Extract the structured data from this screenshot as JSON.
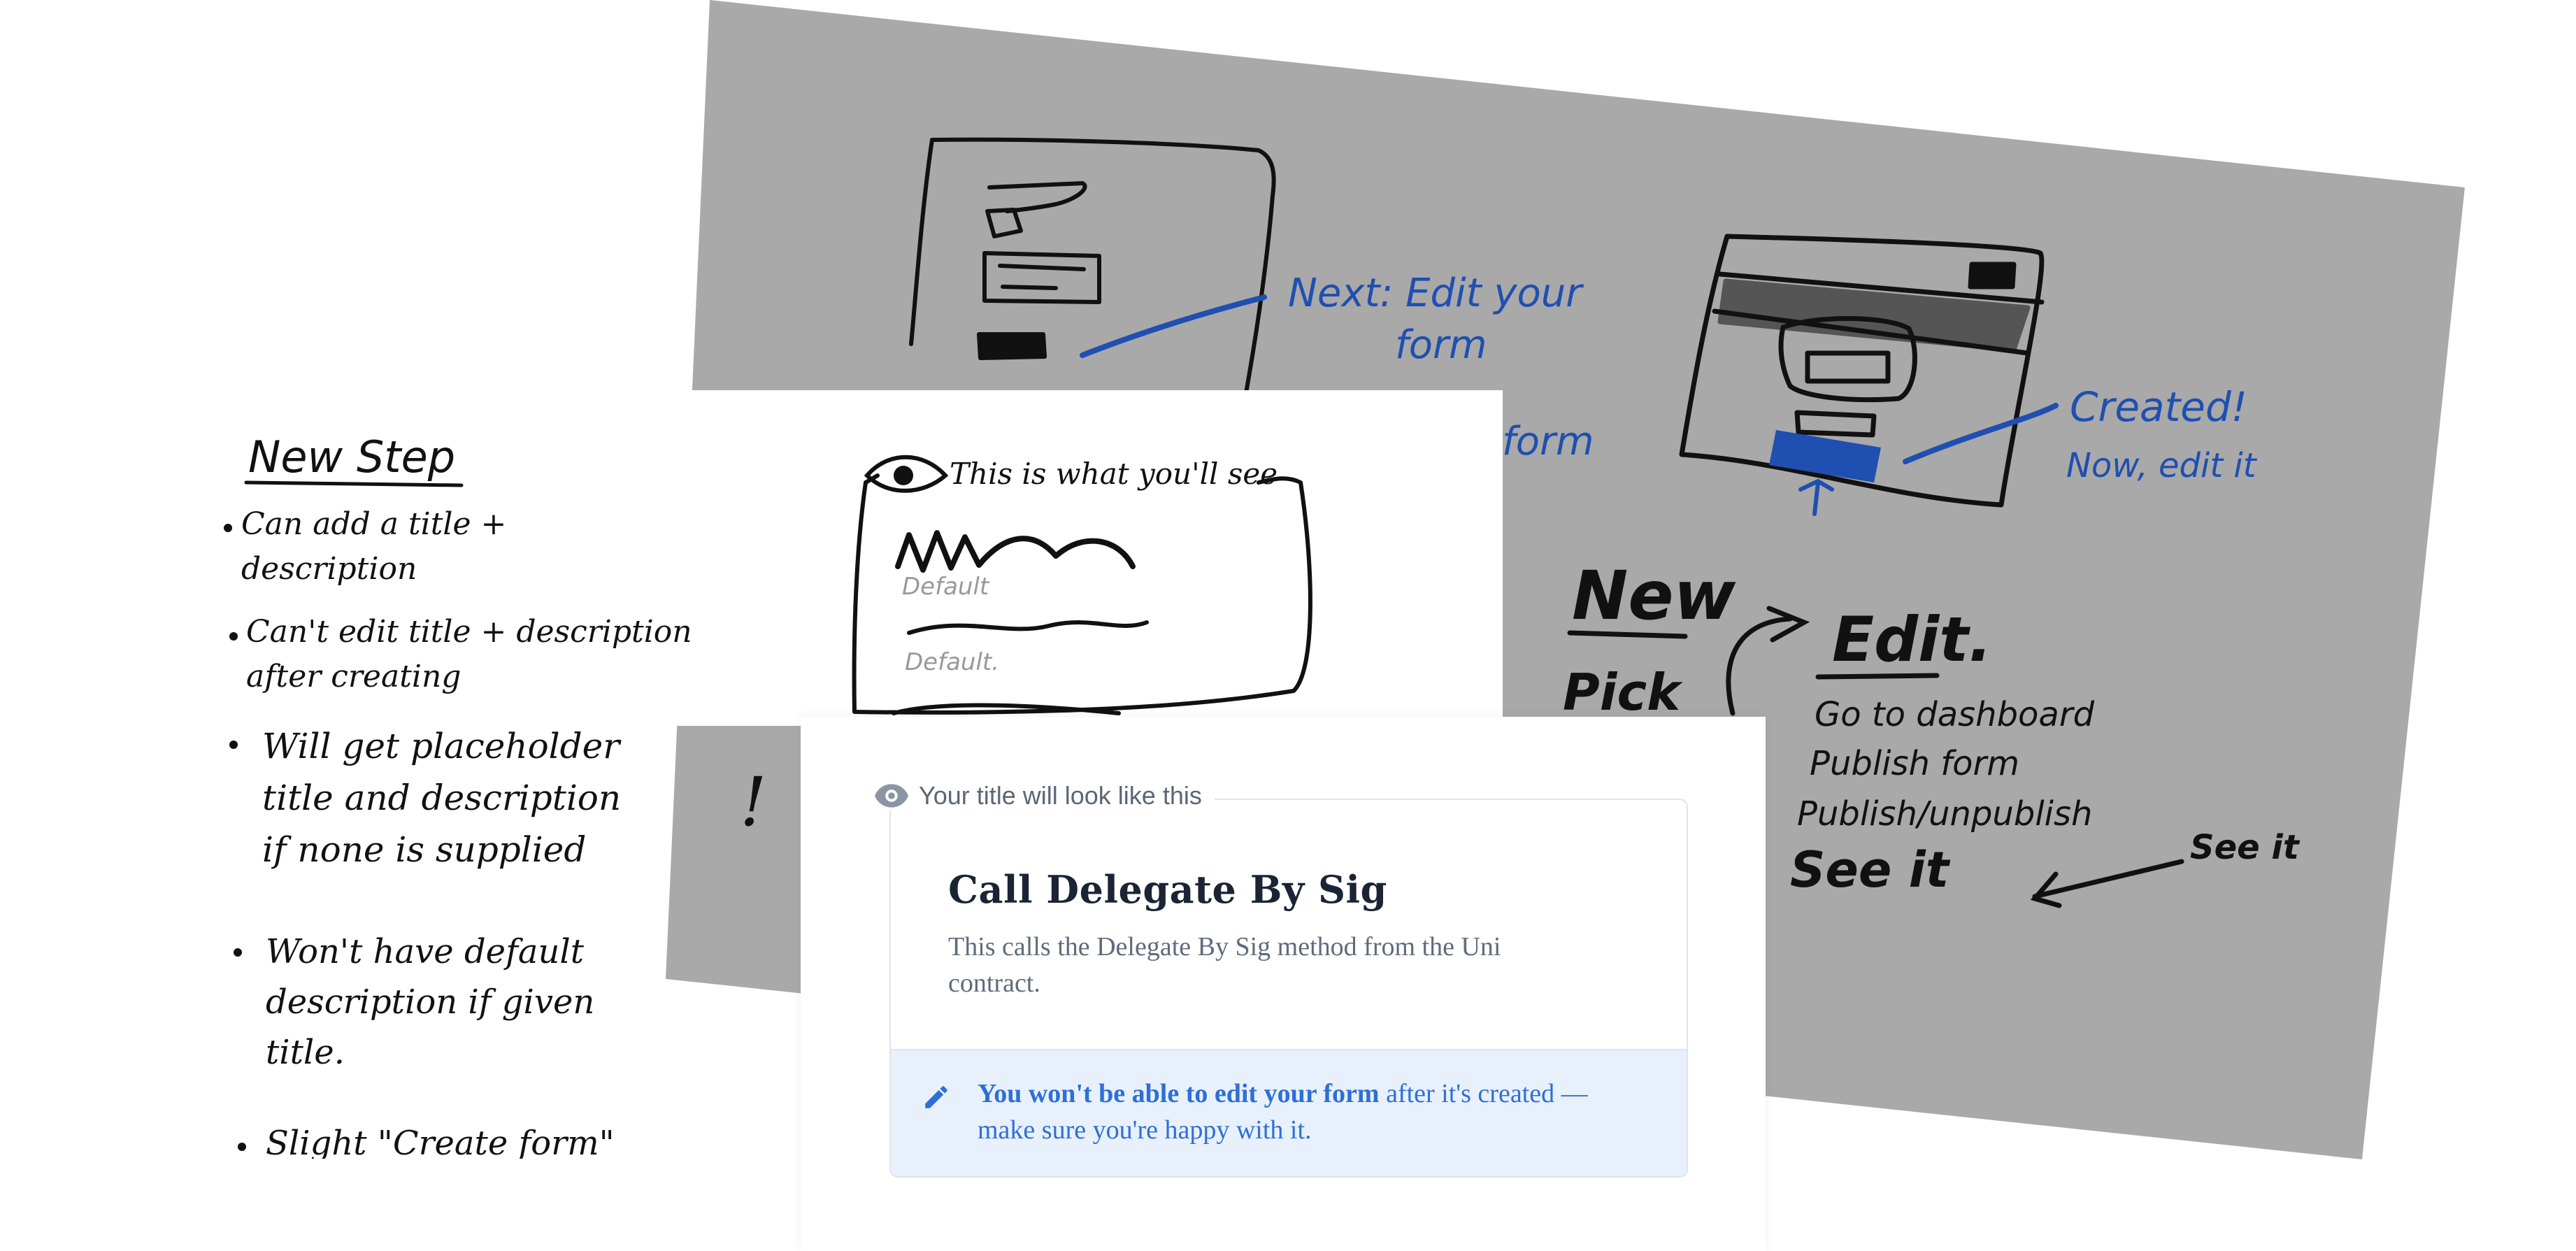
{
  "notes_left": {
    "heading": "New Step",
    "bullets": [
      "Can add a title + description",
      "Can't edit title + description after creating",
      "Will get placeholder title and description if none is supplied",
      "Won't have default description if given title.",
      "Slight \"Create form\""
    ]
  },
  "whiteboard": {
    "next_note": [
      "Next: Edit your",
      "form"
    ],
    "form_fragment": "form",
    "created_note": [
      "Created!",
      "Now, edit it"
    ],
    "flow_new": "New",
    "flow_pick": "Pick",
    "flow_edit": "Edit.",
    "edit_steps": [
      "Go to dashboard",
      "Publish form",
      "Publish/unpublish"
    ],
    "see_it_bold": "See it",
    "see_it_side": "See it"
  },
  "sketch_card": {
    "caption": "This is what you'll see",
    "placeholders": [
      "Default",
      "Default."
    ]
  },
  "stray_mark": "!",
  "preview": {
    "legend": "Your title will look like this",
    "title": "Call Delegate By Sig",
    "description": "This calls the Delegate By Sig method from the Uni contract.",
    "warning_bold": "You won't be able to edit your form",
    "warning_rest": " after it's created — make sure you're happy with it."
  },
  "colors": {
    "whiteboard": "#a9a9a9",
    "ink_black": "#111111",
    "ink_blue": "#1f4fb0",
    "warning_bg": "#e8f0fc",
    "warning_text": "#2d6fd6"
  },
  "icons": [
    "eye-icon",
    "pencil-icon",
    "arrow-icon"
  ]
}
